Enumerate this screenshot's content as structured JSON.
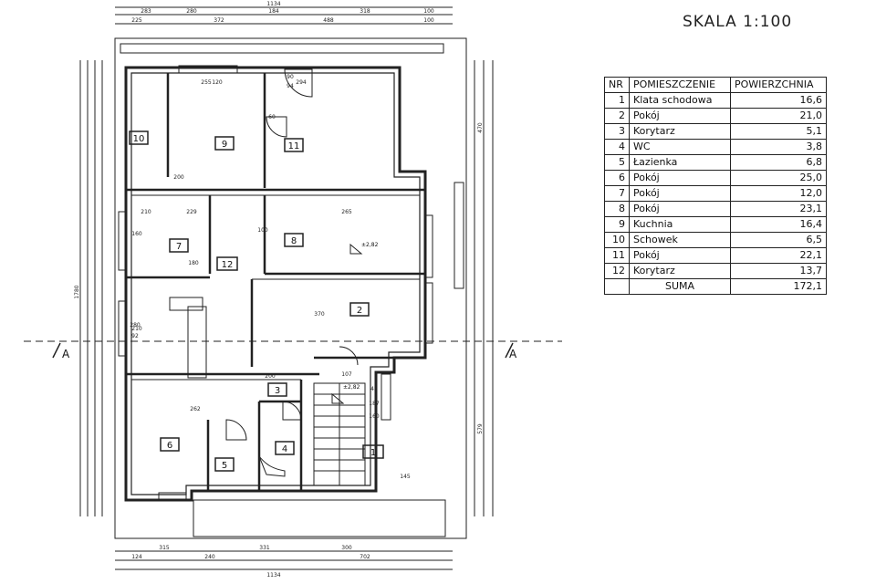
{
  "scale_title": "SKALA 1:100",
  "table": {
    "headers": [
      "NR",
      "POMIESZCZENIE",
      "POWIERZCHNIA"
    ],
    "rows": [
      {
        "nr": "1",
        "name": "Klata schodowa",
        "area": "16,6"
      },
      {
        "nr": "2",
        "name": "Pokój",
        "area": "21,0"
      },
      {
        "nr": "3",
        "name": "Korytarz",
        "area": "5,1"
      },
      {
        "nr": "4",
        "name": "WC",
        "area": "3,8"
      },
      {
        "nr": "5",
        "name": "Łazienka",
        "area": "6,8"
      },
      {
        "nr": "6",
        "name": "Pokój",
        "area": "25,0"
      },
      {
        "nr": "7",
        "name": "Pokój",
        "area": "12,0"
      },
      {
        "nr": "8",
        "name": "Pokój",
        "area": "23,1"
      },
      {
        "nr": "9",
        "name": "Kuchnia",
        "area": "16,4"
      },
      {
        "nr": "10",
        "name": "Schowek",
        "area": "6,5"
      },
      {
        "nr": "11",
        "name": "Pokój",
        "area": "22,1"
      },
      {
        "nr": "12",
        "name": "Korytarz",
        "area": "13,7"
      }
    ],
    "sum_label": "SUMA",
    "sum_value": "172,1"
  },
  "room_tags": [
    "1",
    "2",
    "3",
    "4",
    "5",
    "6",
    "7",
    "8",
    "9",
    "10",
    "11",
    "12"
  ],
  "section_marks": {
    "left": "A",
    "right": "A"
  },
  "dimensions": {
    "top_total": "1134",
    "bottom_total": "1134",
    "top_row": [
      "283",
      "280",
      "184",
      "318",
      "100"
    ],
    "top_row2": [
      "225",
      "372",
      "488",
      "100"
    ],
    "bottom_row": [
      "315",
      "331",
      "300"
    ],
    "bottom_row2": [
      "124",
      "240",
      "702"
    ],
    "left_total": "1780",
    "right_values": [
      "470",
      "579"
    ],
    "interior": [
      "200",
      "90",
      "294",
      "255",
      "120",
      "60",
      "210",
      "229",
      "160",
      "100",
      "180",
      "265",
      "370",
      "210",
      "280",
      "92",
      "107",
      "145",
      "160",
      "262",
      "42",
      "187",
      "94",
      "200"
    ]
  },
  "level_marks": [
    "±2,82",
    "±2,82"
  ]
}
